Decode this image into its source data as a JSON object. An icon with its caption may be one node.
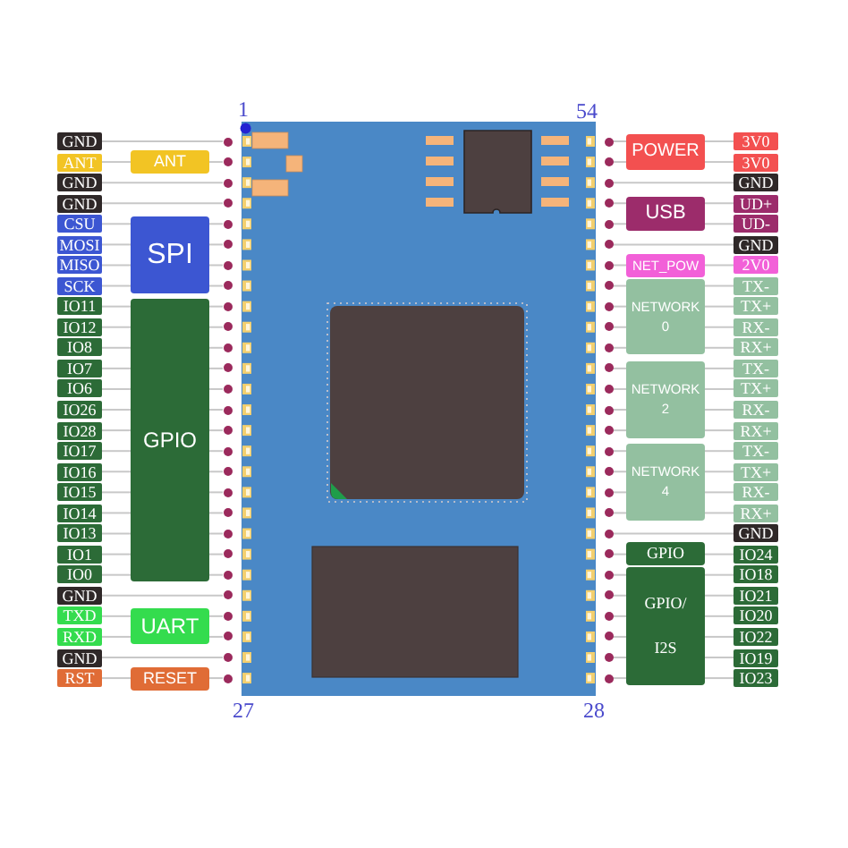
{
  "diagram": {
    "nodes": [
      {
        "text": [
          "GND"
        ]
      },
      {
        "text": [
          "ANT"
        ]
      },
      {
        "text": [
          "GND"
        ]
      },
      {
        "text": [
          "GND"
        ]
      },
      {
        "text": [
          "CSU"
        ]
      },
      {
        "text": [
          "MOSI"
        ]
      },
      {
        "text": [
          "MISO"
        ]
      },
      {
        "text": [
          "SCK"
        ]
      },
      {
        "text": [
          "IO11"
        ]
      },
      {
        "text": [
          "IO12"
        ]
      },
      {
        "text": [
          "IO8"
        ]
      },
      {
        "text": [
          "IO7"
        ]
      },
      {
        "text": [
          "IO6"
        ]
      },
      {
        "text": [
          "IO26"
        ]
      },
      {
        "text": [
          "IO28"
        ]
      },
      {
        "text": [
          "IO17"
        ]
      },
      {
        "text": [
          "IO16"
        ]
      },
      {
        "text": [
          "IO15"
        ]
      },
      {
        "text": [
          "IO14"
        ]
      },
      {
        "text": [
          "IO13"
        ]
      },
      {
        "text": [
          "IO1"
        ]
      },
      {
        "text": [
          "IO0"
        ]
      },
      {
        "text": [
          "GND"
        ]
      },
      {
        "text": [
          "TXD"
        ]
      },
      {
        "text": [
          "RXD"
        ]
      },
      {
        "text": [
          "GND"
        ]
      },
      {
        "text": [
          "RST"
        ]
      },
      {
        "text": [
          "ANT"
        ]
      },
      {
        "text": [
          "SPI"
        ]
      },
      {
        "text": [
          "GPIO"
        ]
      },
      {
        "text": [
          "UART"
        ]
      },
      {
        "text": [
          "RESET"
        ]
      },
      {
        "text": [
          "POWER"
        ]
      },
      {
        "text": [
          "USB"
        ]
      },
      {
        "text": [
          "NET_POW"
        ]
      },
      {
        "text": [
          "NETWORK 0"
        ]
      },
      {
        "text": [
          "NETWORK 2"
        ]
      },
      {
        "text": [
          "NETWORK 4"
        ]
      },
      {
        "text": [
          "GPIO"
        ]
      },
      {
        "text": [
          "GPIO/ I2S"
        ]
      },
      {
        "text": [
          "3V0"
        ]
      },
      {
        "text": [
          "3V0"
        ]
      },
      {
        "text": [
          "GND"
        ]
      },
      {
        "text": [
          "UD+"
        ]
      },
      {
        "text": [
          "UD-"
        ]
      },
      {
        "text": [
          "GND"
        ]
      },
      {
        "text": [
          "2V0"
        ]
      },
      {
        "text": [
          "TX-"
        ]
      },
      {
        "text": [
          "TX+"
        ]
      },
      {
        "text": [
          "RX-"
        ]
      },
      {
        "text": [
          "RX+"
        ]
      },
      {
        "text": [
          "TX-"
        ]
      },
      {
        "text": [
          "TX+"
        ]
      },
      {
        "text": [
          "RX-"
        ]
      },
      {
        "text": [
          "RX+"
        ]
      },
      {
        "text": [
          "TX-"
        ]
      },
      {
        "text": [
          "TX+"
        ]
      },
      {
        "text": [
          "RX-"
        ]
      },
      {
        "text": [
          "RX+"
        ]
      },
      {
        "text": [
          "GND"
        ]
      },
      {
        "text": [
          "IO24"
        ]
      },
      {
        "text": [
          "IO18"
        ]
      },
      {
        "text": [
          "IO21"
        ]
      },
      {
        "text": [
          "IO20"
        ]
      },
      {
        "text": [
          "IO22"
        ]
      },
      {
        "text": [
          "IO19"
        ]
      },
      {
        "text": [
          "IO23"
        ]
      },
      {
        "text": [],
        "shape": "circle"
      },
      {
        "text": [],
        "shape": "circle"
      },
      {
        "text": [],
        "shape": "circle"
      },
      {
        "text": [],
        "shape": "circle"
      },
      {
        "text": [],
        "shape": "circle"
      },
      {
        "text": [],
        "shape": "circle"
      },
      {
        "text": [],
        "shape": "circle"
      },
      {
        "text": [],
        "shape": "circle"
      },
      {
        "text": [],
        "shape": "circle"
      },
      {
        "text": [],
        "shape": "circle"
      },
      {
        "text": [],
        "shape": "circle"
      },
      {
        "text": [],
        "shape": "circle"
      },
      {
        "text": [],
        "shape": "circle"
      },
      {
        "text": [],
        "shape": "circle"
      },
      {
        "text": [],
        "shape": "circle"
      },
      {
        "text": [],
        "shape": "circle"
      },
      {
        "text": [],
        "shape": "circle"
      },
      {
        "text": [],
        "shape": "circle"
      },
      {
        "text": [],
        "shape": "circle"
      },
      {
        "text": [],
        "shape": "circle"
      },
      {
        "text": [],
        "shape": "circle"
      },
      {
        "text": [],
        "shape": "circle"
      },
      {
        "text": [],
        "shape": "circle"
      },
      {
        "text": [],
        "shape": "circle"
      },
      {
        "text": [],
        "shape": "circle"
      },
      {
        "text": [],
        "shape": "circle"
      },
      {
        "text": [],
        "shape": "circle"
      },
      {
        "text": [],
        "shape": "circle"
      },
      {
        "text": [],
        "shape": "circle"
      },
      {
        "text": [],
        "shape": "circle"
      },
      {
        "text": [],
        "shape": "circle"
      },
      {
        "text": [],
        "shape": "circle"
      },
      {
        "text": [],
        "shape": "circle"
      },
      {
        "text": [],
        "shape": "circle"
      },
      {
        "text": [],
        "shape": "circle"
      },
      {
        "text": [],
        "shape": "circle"
      },
      {
        "text": [],
        "shape": "circle"
      },
      {
        "text": [],
        "shape": "circle"
      },
      {
        "text": [],
        "shape": "circle"
      },
      {
        "text": [],
        "shape": "circle"
      },
      {
        "text": [],
        "shape": "circle"
      },
      {
        "text": [],
        "shape": "circle"
      },
      {
        "text": [],
        "shape": "circle"
      },
      {
        "text": [],
        "shape": "circle"
      },
      {
        "text": [],
        "shape": "circle"
      },
      {
        "text": [],
        "shape": "circle"
      },
      {
        "text": [],
        "shape": "circle"
      },
      {
        "text": [],
        "shape": "circle"
      },
      {
        "text": [],
        "shape": "circle"
      },
      {
        "text": [],
        "shape": "circle"
      },
      {
        "text": [],
        "shape": "circle"
      },
      {
        "text": [],
        "shape": "circle"
      },
      {
        "text": [],
        "shape": "circle"
      },
      {
        "text": [],
        "shape": "circle"
      }
    ],
    "edges": [
      {
        "from": 0,
        "to": 67,
        "arrow": "none"
      },
      {
        "from": 1,
        "to": 27,
        "arrow": "none"
      },
      {
        "from": 27,
        "to": 68,
        "arrow": "none"
      },
      {
        "from": 2,
        "to": 69,
        "arrow": "none"
      },
      {
        "from": 3,
        "to": 70,
        "arrow": "none"
      },
      {
        "from": 4,
        "to": 28,
        "arrow": "none"
      },
      {
        "from": 28,
        "to": 71,
        "arrow": "none"
      },
      {
        "from": 5,
        "to": 28,
        "arrow": "none"
      },
      {
        "from": 28,
        "to": 72,
        "arrow": "none"
      },
      {
        "from": 6,
        "to": 28,
        "arrow": "none"
      },
      {
        "from": 28,
        "to": 73,
        "arrow": "none"
      },
      {
        "from": 7,
        "to": 28,
        "arrow": "none"
      },
      {
        "from": 28,
        "to": 74,
        "arrow": "none"
      },
      {
        "from": 8,
        "to": 29,
        "arrow": "none"
      },
      {
        "from": 29,
        "to": 75,
        "arrow": "none"
      },
      {
        "from": 9,
        "to": 29,
        "arrow": "none"
      },
      {
        "from": 29,
        "to": 76,
        "arrow": "none"
      },
      {
        "from": 10,
        "to": 29,
        "arrow": "none"
      },
      {
        "from": 29,
        "to": 77,
        "arrow": "none"
      },
      {
        "from": 11,
        "to": 29,
        "arrow": "none"
      },
      {
        "from": 29,
        "to": 78,
        "arrow": "none"
      },
      {
        "from": 12,
        "to": 29,
        "arrow": "none"
      },
      {
        "from": 29,
        "to": 79,
        "arrow": "none"
      },
      {
        "from": 13,
        "to": 29,
        "arrow": "none"
      },
      {
        "from": 29,
        "to": 80,
        "arrow": "none"
      },
      {
        "from": 14,
        "to": 29,
        "arrow": "none"
      },
      {
        "from": 29,
        "to": 81,
        "arrow": "none"
      },
      {
        "from": 15,
        "to": 29,
        "arrow": "none"
      },
      {
        "from": 29,
        "to": 82,
        "arrow": "none"
      },
      {
        "from": 16,
        "to": 29,
        "arrow": "none"
      },
      {
        "from": 29,
        "to": 83,
        "arrow": "none"
      },
      {
        "from": 17,
        "to": 29,
        "arrow": "none"
      },
      {
        "from": 29,
        "to": 84,
        "arrow": "none"
      },
      {
        "from": 18,
        "to": 29,
        "arrow": "none"
      },
      {
        "from": 29,
        "to": 85,
        "arrow": "none"
      },
      {
        "from": 19,
        "to": 29,
        "arrow": "none"
      },
      {
        "from": 29,
        "to": 86,
        "arrow": "none"
      },
      {
        "from": 20,
        "to": 29,
        "arrow": "none"
      },
      {
        "from": 29,
        "to": 87,
        "arrow": "none"
      },
      {
        "from": 21,
        "to": 29,
        "arrow": "none"
      },
      {
        "from": 29,
        "to": 88,
        "arrow": "none"
      },
      {
        "from": 22,
        "to": 89,
        "arrow": "none"
      },
      {
        "from": 23,
        "to": 30,
        "arrow": "none"
      },
      {
        "from": 30,
        "to": 90,
        "arrow": "none"
      },
      {
        "from": 24,
        "to": 30,
        "arrow": "none"
      },
      {
        "from": 30,
        "to": 91,
        "arrow": "none"
      },
      {
        "from": 25,
        "to": 92,
        "arrow": "none"
      },
      {
        "from": 26,
        "to": 31,
        "arrow": "none"
      },
      {
        "from": 31,
        "to": 93,
        "arrow": "none"
      },
      {
        "from": 40,
        "to": 32,
        "arrow": "none"
      },
      {
        "from": 32,
        "to": 94,
        "arrow": "none"
      },
      {
        "from": 41,
        "to": 32,
        "arrow": "none"
      },
      {
        "from": 32,
        "to": 95,
        "arrow": "none"
      },
      {
        "from": 42,
        "to": 96,
        "arrow": "none"
      },
      {
        "from": 43,
        "to": 33,
        "arrow": "none"
      },
      {
        "from": 33,
        "to": 97,
        "arrow": "none"
      },
      {
        "from": 44,
        "to": 33,
        "arrow": "none"
      },
      {
        "from": 33,
        "to": 98,
        "arrow": "none"
      },
      {
        "from": 45,
        "to": 99,
        "arrow": "none"
      },
      {
        "from": 46,
        "to": 34,
        "arrow": "none"
      },
      {
        "from": 34,
        "to": 100,
        "arrow": "none"
      },
      {
        "from": 47,
        "to": 35,
        "arrow": "none"
      },
      {
        "from": 35,
        "to": 101,
        "arrow": "none"
      },
      {
        "from": 48,
        "to": 35,
        "arrow": "none"
      },
      {
        "from": 35,
        "to": 102,
        "arrow": "none"
      },
      {
        "from": 49,
        "to": 35,
        "arrow": "none"
      },
      {
        "from": 35,
        "to": 103,
        "arrow": "none"
      },
      {
        "from": 50,
        "to": 35,
        "arrow": "none"
      },
      {
        "from": 35,
        "to": 104,
        "arrow": "none"
      },
      {
        "from": 51,
        "to": 36,
        "arrow": "none"
      },
      {
        "from": 36,
        "to": 105,
        "arrow": "none"
      },
      {
        "from": 52,
        "to": 36,
        "arrow": "none"
      },
      {
        "from": 36,
        "to": 106,
        "arrow": "none"
      },
      {
        "from": 53,
        "to": 36,
        "arrow": "none"
      },
      {
        "from": 36,
        "to": 107,
        "arrow": "none"
      },
      {
        "from": 54,
        "to": 36,
        "arrow": "none"
      },
      {
        "from": 36,
        "to": 108,
        "arrow": "none"
      },
      {
        "from": 55,
        "to": 37,
        "arrow": "none"
      },
      {
        "from": 37,
        "to": 109,
        "arrow": "none"
      },
      {
        "from": 56,
        "to": 37,
        "arrow": "none"
      },
      {
        "from": 37,
        "to": 110,
        "arrow": "none"
      },
      {
        "from": 57,
        "to": 37,
        "arrow": "none"
      },
      {
        "from": 37,
        "to": 111,
        "arrow": "none"
      },
      {
        "from": 58,
        "to": 37,
        "arrow": "none"
      },
      {
        "from": 37,
        "to": 112,
        "arrow": "none"
      },
      {
        "from": 59,
        "to": 113,
        "arrow": "none"
      },
      {
        "from": 60,
        "to": 38,
        "arrow": "none"
      },
      {
        "from": 38,
        "to": 114,
        "arrow": "none"
      },
      {
        "from": 61,
        "to": 39,
        "arrow": "none"
      },
      {
        "from": 39,
        "to": 115,
        "arrow": "none"
      },
      {
        "from": 62,
        "to": 39,
        "arrow": "none"
      },
      {
        "from": 39,
        "to": 116,
        "arrow": "none"
      },
      {
        "from": 63,
        "to": 39,
        "arrow": "none"
      },
      {
        "from": 39,
        "to": 117,
        "arrow": "none"
      },
      {
        "from": 64,
        "to": 39,
        "arrow": "none"
      },
      {
        "from": 39,
        "to": 118,
        "arrow": "none"
      },
      {
        "from": 65,
        "to": 39,
        "arrow": "none"
      },
      {
        "from": 39,
        "to": 119,
        "arrow": "none"
      },
      {
        "from": 66,
        "to": 39,
        "arrow": "none"
      },
      {
        "from": 39,
        "to": 120,
        "arrow": "none"
      }
    ],
    "labels": [
      "1",
      "54",
      "27",
      "28"
    ]
  }
}
